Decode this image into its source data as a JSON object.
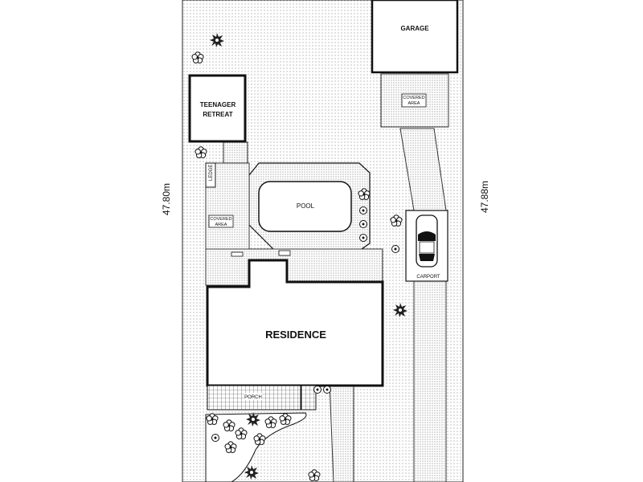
{
  "site_plan": {
    "dimension_left": "47.80m",
    "dimension_right": "47.88m",
    "buildings": {
      "garage": "GARAGE",
      "teenager_retreat_line1": "TEENAGER",
      "teenager_retreat_line2": "RETREAT",
      "residence": "RESIDENCE"
    },
    "areas": {
      "covered_area_top_line1": "COVERED",
      "covered_area_top_line2": "AREA",
      "covered_area_side_line1": "COVERED",
      "covered_area_side_line2": "AREA",
      "ledge": "LEDGE",
      "pool": "POOL",
      "carport": "CARPORT",
      "porch": "PORCH"
    }
  }
}
